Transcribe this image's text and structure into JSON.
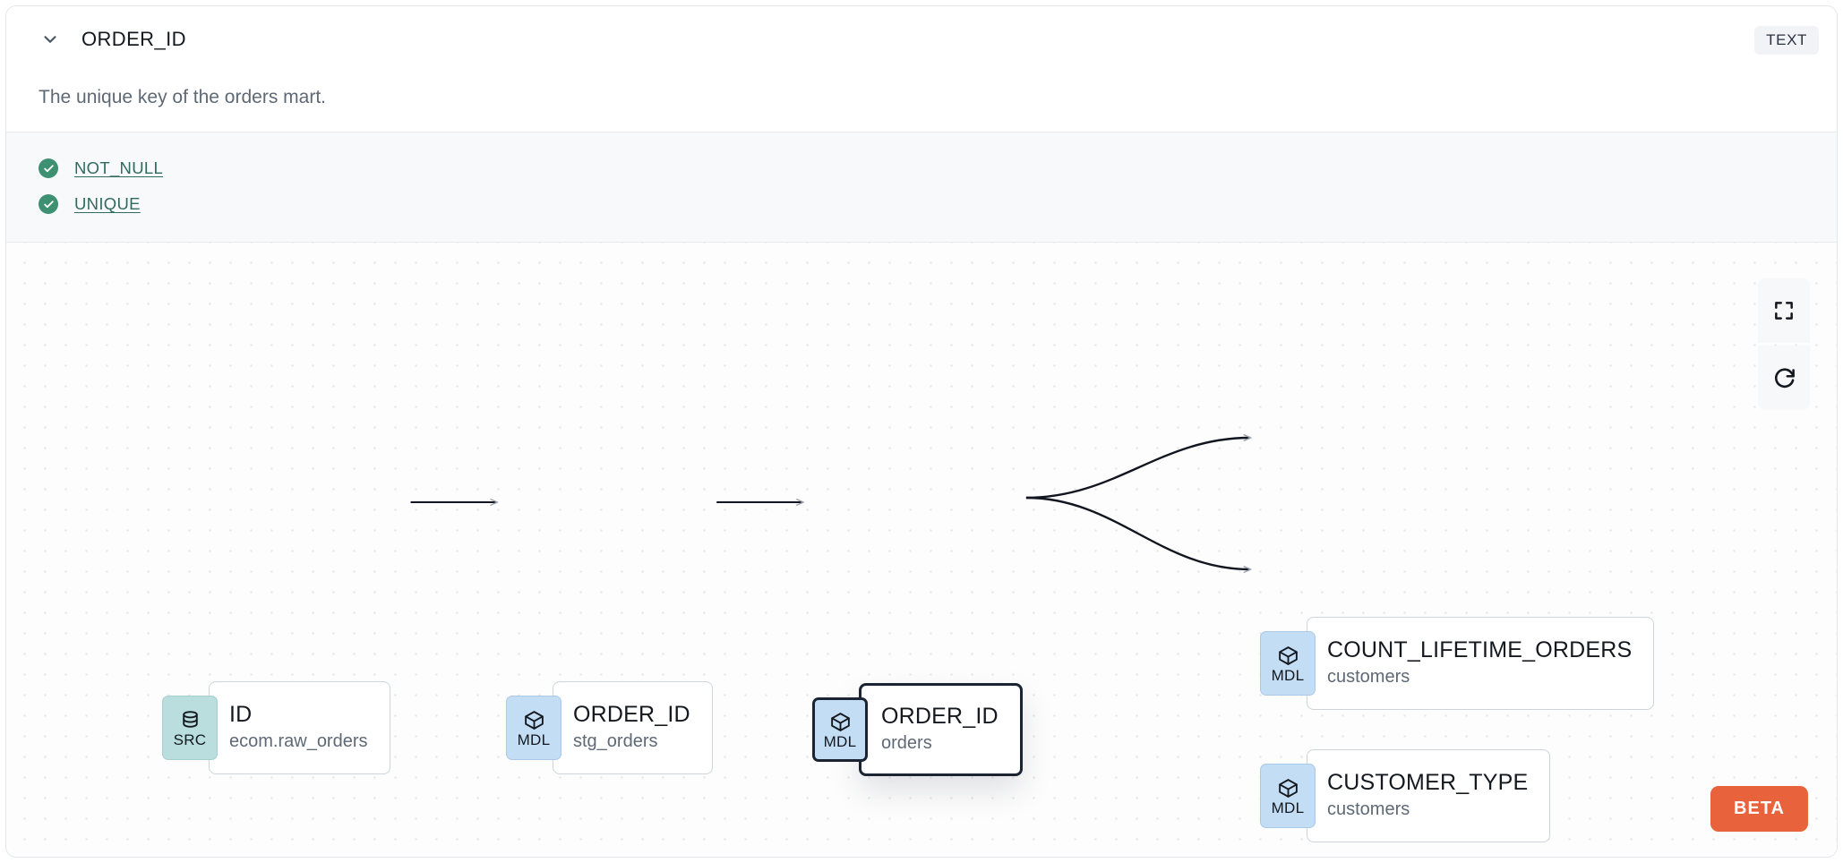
{
  "header": {
    "collapse_icon": "chevron-down-icon",
    "column_name": "ORDER_ID",
    "data_type_badge": "TEXT",
    "description": "The unique key of the orders mart."
  },
  "tests": {
    "status_icon": "check-circle-icon",
    "items": [
      {
        "label": "NOT_NULL",
        "status": "passed"
      },
      {
        "label": "UNIQUE",
        "status": "passed"
      }
    ]
  },
  "lineage": {
    "nodes": [
      {
        "id": "src-id",
        "badge": "SRC",
        "badge_icon": "database-icon",
        "name": "ID",
        "subtitle": "ecom.raw_orders",
        "selected": false
      },
      {
        "id": "mdl-stg-orders",
        "badge": "MDL",
        "badge_icon": "cube-icon",
        "name": "ORDER_ID",
        "subtitle": "stg_orders",
        "selected": false
      },
      {
        "id": "mdl-orders",
        "badge": "MDL",
        "badge_icon": "cube-icon",
        "name": "ORDER_ID",
        "subtitle": "orders",
        "selected": true
      },
      {
        "id": "mdl-count-lifetime-orders",
        "badge": "MDL",
        "badge_icon": "cube-icon",
        "name": "COUNT_LIFETIME_ORDERS",
        "subtitle": "customers",
        "selected": false
      },
      {
        "id": "mdl-customer-type",
        "badge": "MDL",
        "badge_icon": "cube-icon",
        "name": "CUSTOMER_TYPE",
        "subtitle": "customers",
        "selected": false
      }
    ],
    "edges": [
      {
        "from": "src-id",
        "to": "mdl-stg-orders"
      },
      {
        "from": "mdl-stg-orders",
        "to": "mdl-orders"
      },
      {
        "from": "mdl-orders",
        "to": "mdl-count-lifetime-orders"
      },
      {
        "from": "mdl-orders",
        "to": "mdl-customer-type"
      }
    ],
    "controls": [
      {
        "name": "fit-view-button",
        "icon": "fullscreen-icon"
      },
      {
        "name": "reset-button",
        "icon": "refresh-icon"
      }
    ],
    "beta_label": "BETA"
  },
  "colors": {
    "src_badge": "#b9dedd",
    "mdl_badge": "#c3ddf5",
    "test_pass": "#3d9070",
    "test_link": "#2f6b60",
    "beta": "#e8623c",
    "selected_border": "#1c2433"
  }
}
